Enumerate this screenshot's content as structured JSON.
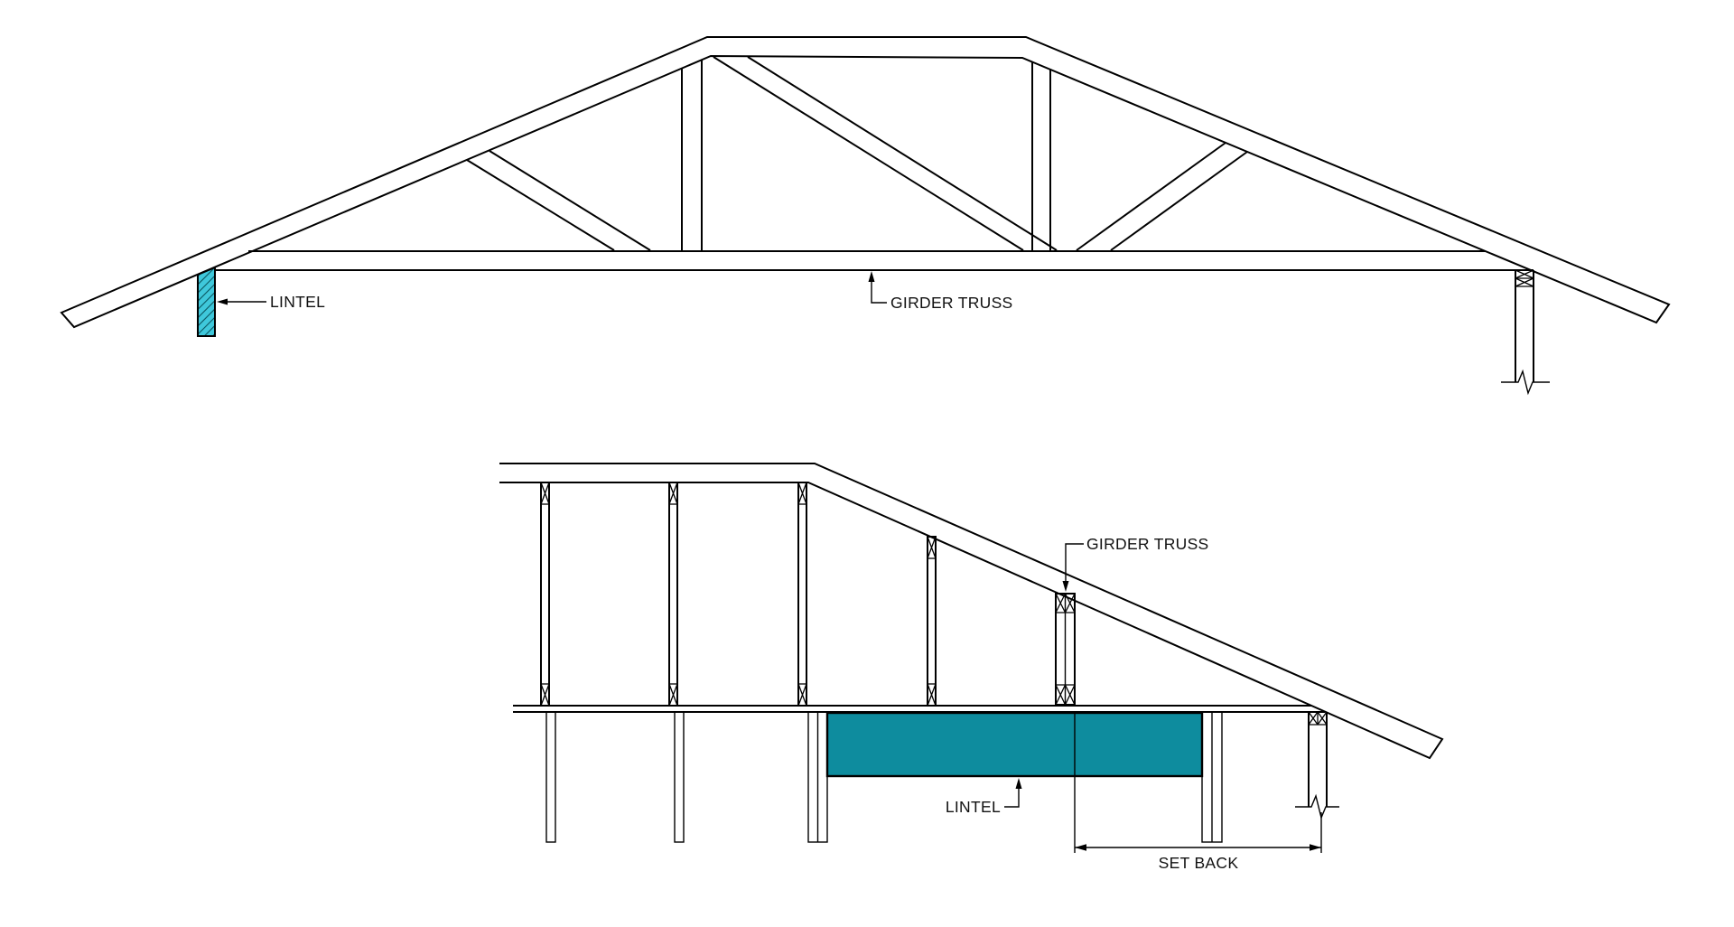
{
  "labels": {
    "top_lintel": "LINTEL",
    "top_girder_truss": "GIRDER TRUSS",
    "bottom_girder_truss": "GIRDER TRUSS",
    "bottom_lintel": "LINTEL",
    "set_back": "SET BACK"
  },
  "colors": {
    "line": "#000000",
    "text": "#111111",
    "lintel_hatch_fill": "#3FC8DB",
    "lintel_hatch_stroke": "#0A5660",
    "lintel_solid_fill": "#0E8C9E",
    "background": "#ffffff"
  }
}
